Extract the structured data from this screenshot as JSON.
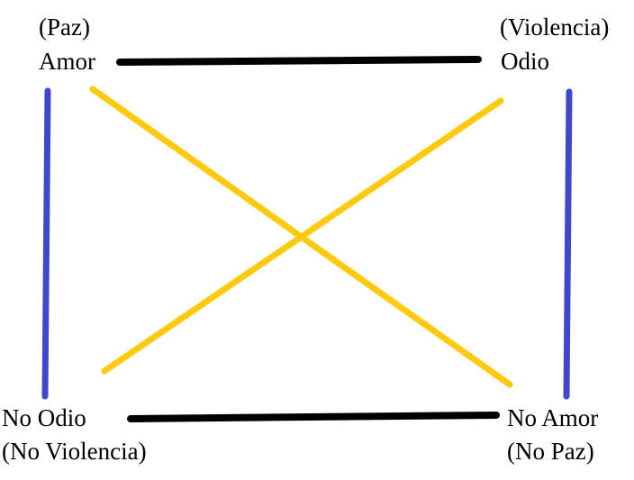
{
  "corners": {
    "top_left": {
      "upper": "(Paz)",
      "lower": "Amor"
    },
    "top_right": {
      "upper": "(Violencia)",
      "lower": "Odio"
    },
    "bottom_left": {
      "upper": "No Odio",
      "lower": "(No Violencia)"
    },
    "bottom_right": {
      "upper": "No Amor",
      "lower": "(No Paz)"
    }
  },
  "colors": {
    "contrary_lines": "#000000",
    "implication_lines": "#3f48cc",
    "contradiction_lines": "#ffc90e"
  }
}
